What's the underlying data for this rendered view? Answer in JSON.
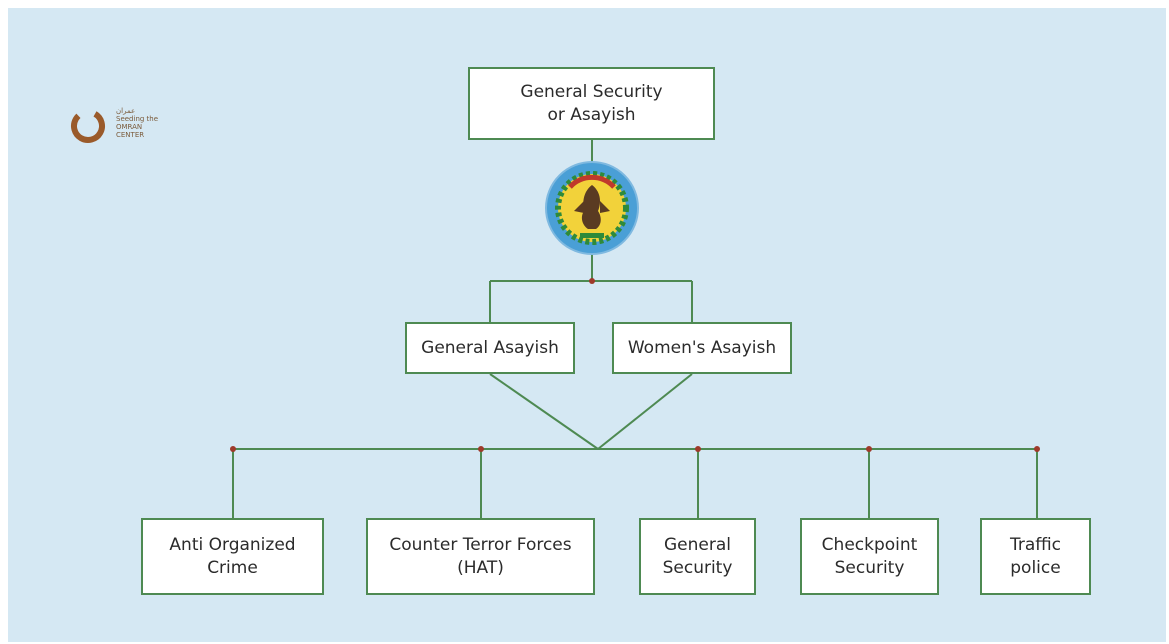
{
  "org_chart": {
    "root": "General Security\nor Asayish",
    "divisions": [
      "General Asayish",
      "Women's Asayish"
    ],
    "units": [
      "Anti Organized\nCrime",
      "Counter Terror Forces\n(HAT)",
      "General\nSecurity",
      "Checkpoint\nSecurity",
      "Traffic\npolice"
    ]
  },
  "logo": {
    "text": "عمران\nSeeding the\nOMRAN\nCENTER"
  },
  "colors": {
    "background": "#d5e8f3",
    "box_border": "#4e8a52",
    "connector": "#4e8a52",
    "junction_dot": "#9e3a2a",
    "logo_brown": "#9a5a2a"
  },
  "icons": {
    "emblem": "asayish-emblem-icon",
    "logo": "omran-logo-icon"
  }
}
